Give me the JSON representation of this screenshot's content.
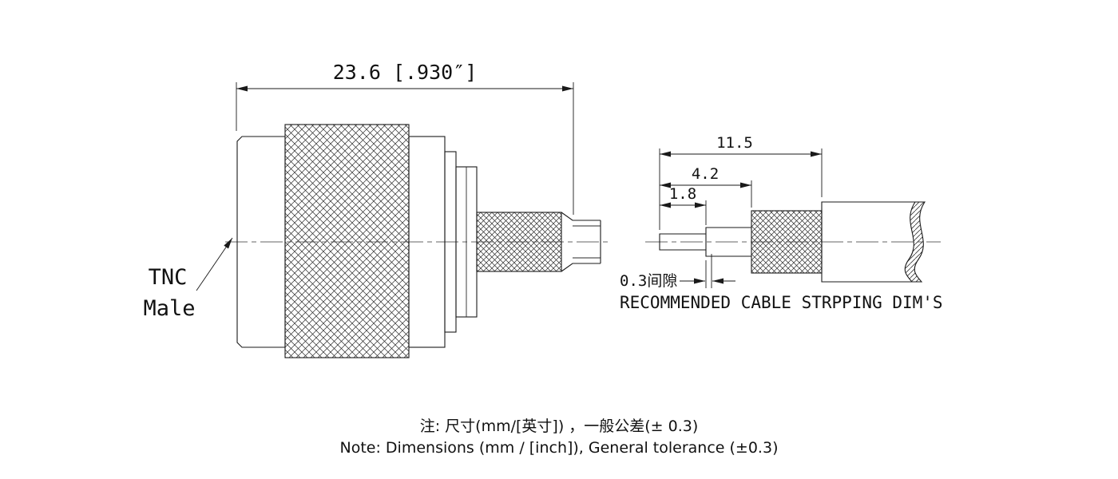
{
  "drawing": {
    "main_view": {
      "overall_dim": "23.6 [.930″]",
      "label_line1": "TNC",
      "label_line2": "Male"
    },
    "strip_view": {
      "dim_total": "11.5",
      "dim_mid": "4.2",
      "dim_inner": "1.8",
      "gap_label": "0.3间隙",
      "caption": "RECOMMENDED CABLE STRPPING DIM'S"
    },
    "notes": {
      "line1": "注: 尺寸(mm/[英寸]) ，一般公差(± 0.3)",
      "line2": "Note: Dimensions (mm / [inch]), General tolerance (±0.3)"
    },
    "colors": {
      "line": "#1a1a1a",
      "background": "#ffffff"
    }
  }
}
